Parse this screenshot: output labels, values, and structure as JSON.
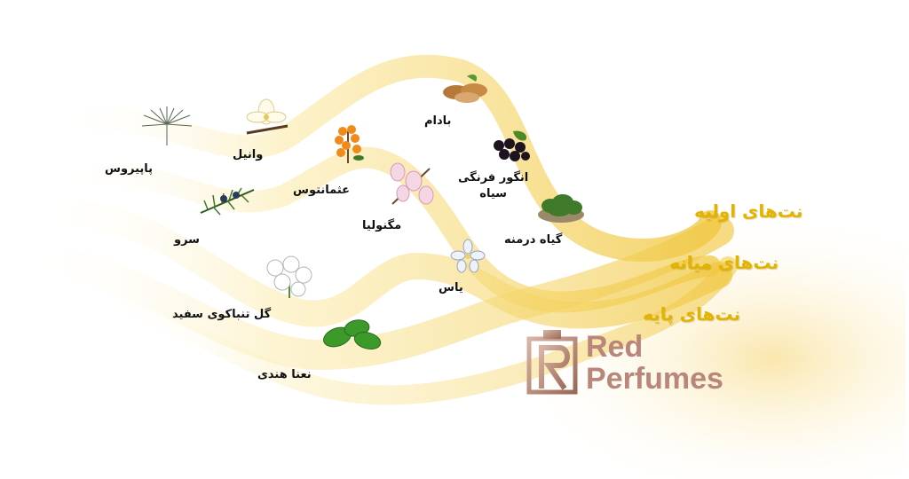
{
  "tiers": {
    "top": "نت‌های اولیه",
    "middle": "نت‌های میانه",
    "base": "نت‌های پایه"
  },
  "notes": {
    "papyrus": "پاپیروس",
    "vanilla": "وانیل",
    "osmanthus": "عثمانتوس",
    "almond": "بادام",
    "blackcurrant": "انگور فرنگی\nسیاه",
    "magnolia": "مگنولیا",
    "herb": "گیاه درمنه",
    "cypress": "سرو",
    "jasmine": "یاس",
    "tobacco_flower": "گل تنباکوی سفید",
    "mint": "نعنا هندی"
  },
  "brand": {
    "line1": "Red",
    "line2": "Perfumes"
  },
  "colors": {
    "ribbon": "#f3cf4e",
    "tier_text": "#e2b400",
    "brand": "#b8867a"
  }
}
